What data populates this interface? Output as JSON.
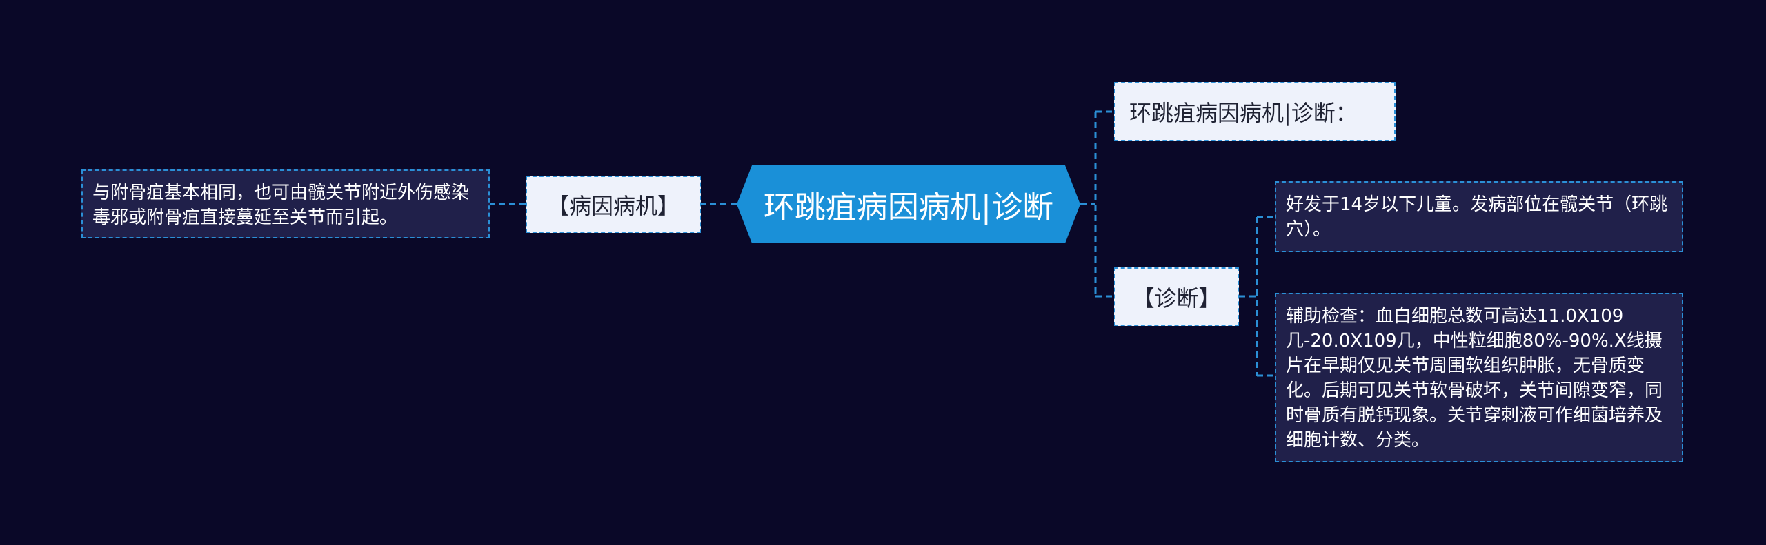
{
  "root": {
    "title": "环跳疽病因病机|诊断"
  },
  "left_branch": {
    "label": "【病因病机】",
    "detail": "与附骨疽基本相同，也可由髋关节附近外伤感染毒邪或附骨疽直接蔓延至关节而引起。"
  },
  "right_branches": [
    {
      "label": "环跳疽病因病机|诊断："
    },
    {
      "label": "【诊断】",
      "details": [
        "好发于14岁以下儿童。发病部位在髋关节（环跳穴）。",
        "辅助检查：血白细胞总数可高达11.0X109几-20.0X109几，中性粒细胞80%-90%.X线摄片在早期仅见关节周围软组织肿胀，无骨质变化。后期可见关节软骨破坏，关节间隙变窄，同时骨质有脱钙现象。关节穿刺液可作细菌培养及细胞计数、分类。"
      ]
    }
  ],
  "colors": {
    "background": "#0a0828",
    "root_fill": "#1a90d8",
    "connector": "#2b8fd6",
    "label_fill": "#eef2fb",
    "detail_fill": "#20204a"
  }
}
